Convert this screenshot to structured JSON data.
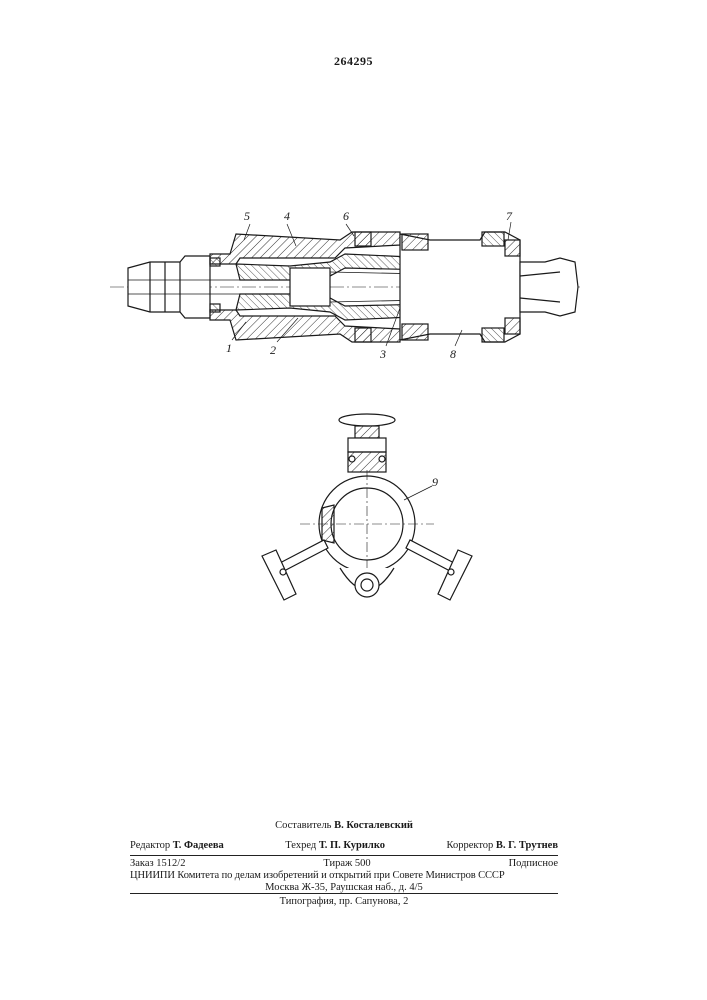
{
  "patent": {
    "number": "264295"
  },
  "figure": {
    "part_labels": [
      "1",
      "2",
      "3",
      "4",
      "5",
      "6",
      "7",
      "8",
      "9"
    ]
  },
  "imprint": {
    "compiler": {
      "role": "Составитель",
      "name": "В. Костaлевский"
    },
    "editor": {
      "role": "Редактор",
      "name": "Т. Фадеева"
    },
    "techeditor": {
      "role": "Техред",
      "name": "Т. П. Курилко"
    },
    "corrector": {
      "role": "Корректор",
      "name": "В. Г. Трутнев"
    },
    "order": "Заказ 1512/2",
    "circulation": "Тираж 500",
    "subscription": "Подписное",
    "institute": "ЦНИИПИ Комитета по делам изобретений и открытий при Совете Министров СССР",
    "address": "Москва Ж-35, Раушская наб., д. 4/5",
    "printing": "Типография, пр. Сапунова, 2"
  }
}
